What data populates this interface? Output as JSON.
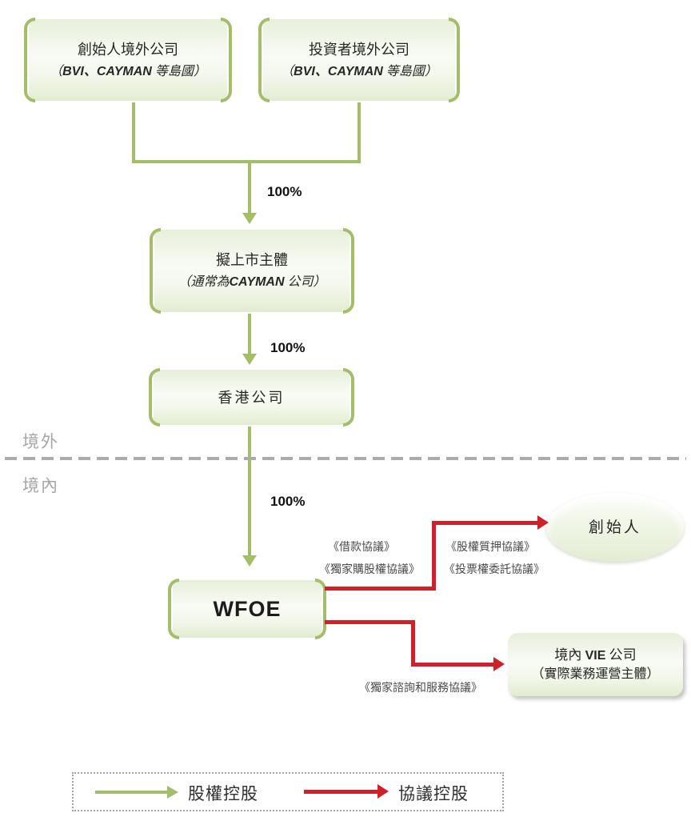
{
  "colors": {
    "green": "#a3bd69",
    "red": "#cf2127",
    "gray": "#ababab",
    "text_dark": "#262626",
    "label_gray": "#4a4a4a",
    "region_gray": "#a6a6a6"
  },
  "nodes": {
    "founder_offshore": {
      "line1": "創始人境外公司",
      "line2a": "（",
      "line2b": "BVI、CAYMAN",
      "line2c": " 等島國）"
    },
    "investor_offshore": {
      "line1": "投資者境外公司",
      "line2a": "（",
      "line2b": "BVI、CAYMAN",
      "line2c": " 等島國）"
    },
    "listing_entity": {
      "line1": "擬上市主體",
      "line2a": "（通常為",
      "line2b": "CAYMAN",
      "line2c": " 公司）"
    },
    "hk_company": {
      "line1": "香港公司"
    },
    "wfoe": {
      "line1": "WFOE"
    },
    "founder": {
      "line1": "創始人"
    },
    "vie_company": {
      "line1a": "境內 ",
      "line1b": "VIE",
      "line1c": " 公司",
      "line2": "（實際業務運營主體）"
    }
  },
  "edge_labels": {
    "top_pct": "100%",
    "mid_pct": "100%",
    "bottom_pct": "100%"
  },
  "regions": {
    "offshore": "境外",
    "onshore": "境內"
  },
  "agreements": {
    "loan": "《借款協議》",
    "exclusive_option": "《獨家購股權協議》",
    "equity_pledge": "《股權質押協議》",
    "voting_proxy": "《投票權委託協議》",
    "exclusive_services": "《獨家諮詢和服務協議》"
  },
  "legend": {
    "equity_label": "股權控股",
    "contract_label": "協議控股"
  }
}
